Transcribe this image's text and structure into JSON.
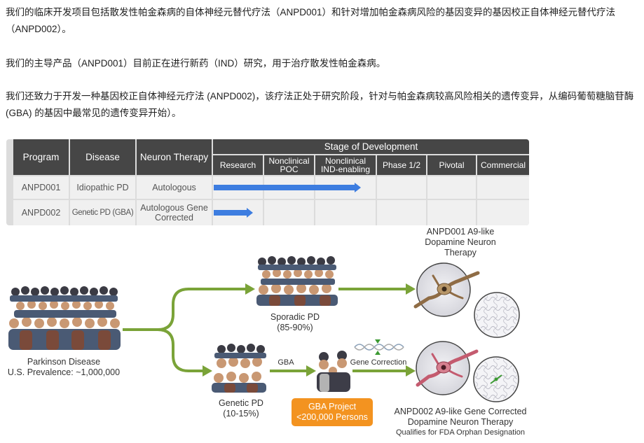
{
  "paragraphs": {
    "p1": "我们的临床开发项目包括散发性帕金森病的自体神经元替代疗法（ANPD001）和针对增加帕金森病风险的基因变异的基因校正自体神经元替代疗法（ANPD002）。",
    "p2": "我们的主导产品（ANPD001）目前正在进行新药（IND）研究，用于治疗散发性帕金森病。",
    "p3": "我们还致力于开发一种基因校正自体神经元疗法 (ANPD002)，该疗法正处于研究阶段，针对与帕金森病较高风险相关的遗传变异，从编码葡萄糖脑苷酶 (GBA) 的基因中最常见的遗传变异开始）。"
  },
  "pipeline": {
    "headers": {
      "program": "Program",
      "disease": "Disease",
      "therapy": "Neuron Therapy",
      "stage": "Stage of Development"
    },
    "stages": [
      "Research",
      "Nonclinical POC",
      "Nonclinical IND-enabling",
      "Phase 1/2",
      "Pivotal",
      "Commercial"
    ],
    "rows": [
      {
        "program": "ANPD001",
        "disease": "Idiopathic PD",
        "therapy": "Autologous",
        "progress_stages": 2.75
      },
      {
        "program": "ANPD002",
        "disease": "Genetic PD (GBA)",
        "therapy": "Autologous Gene Corrected",
        "progress_stages": 0.8
      }
    ],
    "colors": {
      "header": "#464646",
      "bar": "#3d7de0"
    }
  },
  "diagram": {
    "parkinson": {
      "title": "Parkinson Disease",
      "prevalence": "U.S. Prevalence: ~1,000,000"
    },
    "sporadic": {
      "name": "Sporadic PD",
      "pct": "(85-90%)"
    },
    "genetic": {
      "name": "Genetic PD",
      "pct": "(10-15%)"
    },
    "gba_label": "GBA",
    "gene_correction": "Gene Correction",
    "gba_project": {
      "line1": "GBA Project",
      "line2": "<200,000 Persons"
    },
    "anpd001": {
      "line1": "ANPD001 A9-like",
      "line2": "Dopamine Neuron",
      "line3": "Therapy"
    },
    "anpd002": {
      "line1": "ANPD002 A9-like Gene Corrected",
      "line2": "Dopamine Neuron Therapy",
      "line3": "Qualifies for FDA Orphan Designation"
    },
    "colors": {
      "arrow": "#7aa338",
      "gba_box": "#f39320"
    }
  }
}
